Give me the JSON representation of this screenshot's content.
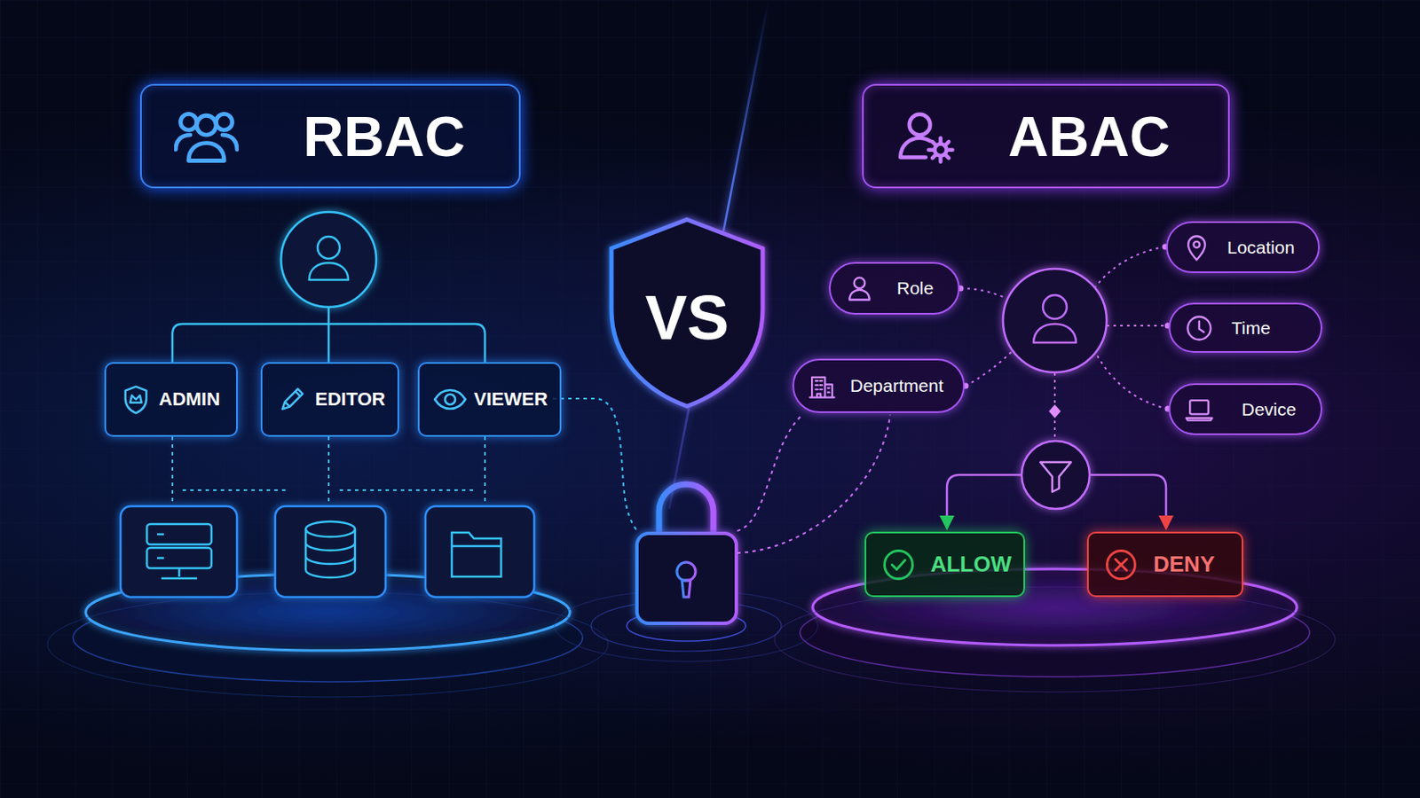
{
  "diagram": {
    "nodes": [
      {
        "text": [
          "RBAC"
        ]
      },
      {
        "text": [
          "ABAC"
        ]
      },
      {
        "text": [
          "VS"
        ]
      },
      {
        "text": [
          "ADMIN"
        ]
      },
      {
        "text": [
          "EDITOR"
        ]
      },
      {
        "text": [
          "VIEWER"
        ]
      },
      {
        "text": [
          "Role"
        ]
      },
      {
        "text": [
          "Location"
        ]
      },
      {
        "text": [
          "Time"
        ]
      },
      {
        "text": [
          "Department"
        ]
      },
      {
        "text": [
          "Device"
        ]
      },
      {
        "text": [
          "ALLOW"
        ]
      },
      {
        "text": [
          "DENY"
        ]
      }
    ]
  }
}
